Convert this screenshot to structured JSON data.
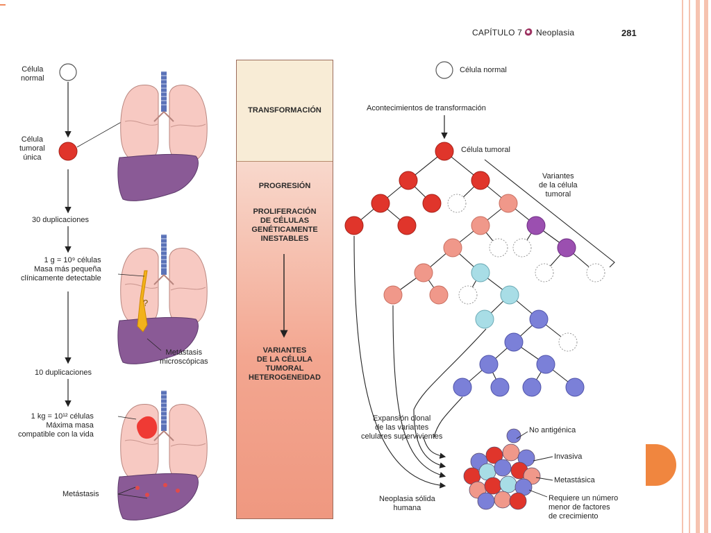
{
  "header": {
    "chapter": "CAPÍTULO 7",
    "chapter_topic": "Neoplasia",
    "page_number": "281"
  },
  "left_timeline": {
    "normal_cell": "Célula\nnormal",
    "single_tumor_cell": "Célula\ntumoral\núnica",
    "doublings_30": "30 duplicaciones",
    "one_gram": "1 g = 10⁹ células\nMasa más pequeña\nclínicamente detectable",
    "micrometastasis": "Metástasis\nmicroscópicas",
    "doublings_10": "10 duplicaciones",
    "one_kg": "1 kg = 10¹² células\nMáxima masa\ncompatible con la vida",
    "metastasis": "Metástasis",
    "question_mark": "?"
  },
  "middle_column": {
    "transformation": "TRANSFORMACIÓN",
    "progression": "PROGRESIÓN",
    "proliferation": "PROLIFERACIÓN\nDE CÉLULAS\nGENÉTICAMENTE\nINESTABLES",
    "variants": "VARIANTES\nDE LA CÉLULA\nTUMORAL\nHETEROGENEIDAD"
  },
  "right_tree": {
    "normal_cell": "Célula normal",
    "transformation_events": "Acontecimientos de transformación",
    "tumor_cell": "Célula tumoral",
    "variants": "Variantes\nde la célula\ntumoral",
    "clonal_expansion": "Expansión clonal\nde las variantes\ncelulares supervivientes",
    "human_solid_neoplasm": "Neoplasia sólida\nhumana",
    "non_antigenic": "No antigénica",
    "invasive": "Invasiva",
    "metastatic": "Metastásica",
    "fewer_growth_factors": "Requiere un número\nmenor de factores\nde crecimiento"
  },
  "colors": {
    "tumor_red": "#e0352b",
    "salmon": "#f0988a",
    "purple": "#9b4fb0",
    "light_blue": "#a8dde6",
    "blue_violet": "#7b80d8",
    "lung_pink": "#f7c9c2",
    "liver_purple": "#8a5a96",
    "accent_orange": "#f0863f"
  }
}
